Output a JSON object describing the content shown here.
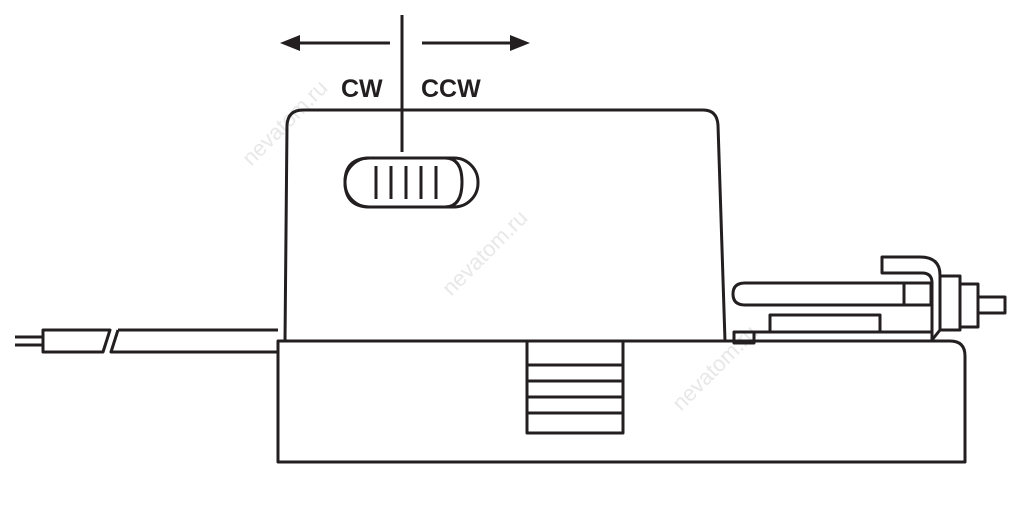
{
  "diagram": {
    "direction_labels": {
      "cw": "CW",
      "ccw": "CCW"
    },
    "watermark": "nevatom.ru",
    "line_color": "#231f20"
  }
}
